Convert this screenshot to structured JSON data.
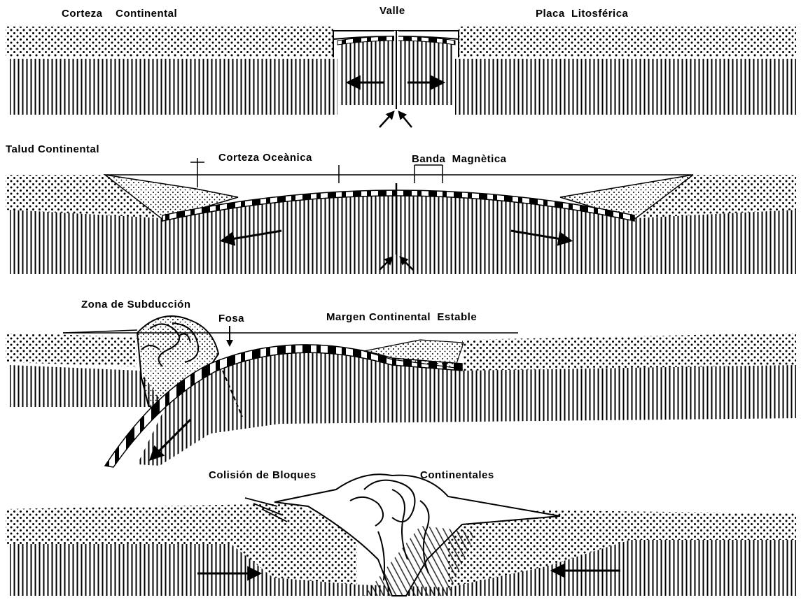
{
  "colors": {
    "ink": "#000000",
    "paper": "#ffffff"
  },
  "panels": [
    {
      "stage": "rift",
      "labels": {
        "corteza_continental": "Corteza    Continental",
        "valle": "Valle",
        "placa_litosferica": "Placa  Litosférica"
      }
    },
    {
      "stage": "ocean",
      "labels": {
        "talud_continental": "Talud Continental",
        "corteza_oceanica": "Corteza Oceànica",
        "banda_magnetica": "Banda  Magnètica"
      }
    },
    {
      "stage": "subduction",
      "labels": {
        "zona_de_subduccion": "Zona de Subducción",
        "fosa": "Fosa",
        "margen_continental_estable": "Margen Continental  Estable"
      }
    },
    {
      "stage": "collision",
      "labels": {
        "colision_de_bloques": "Colisión de Bloques",
        "continentales": "Continentales"
      }
    }
  ]
}
